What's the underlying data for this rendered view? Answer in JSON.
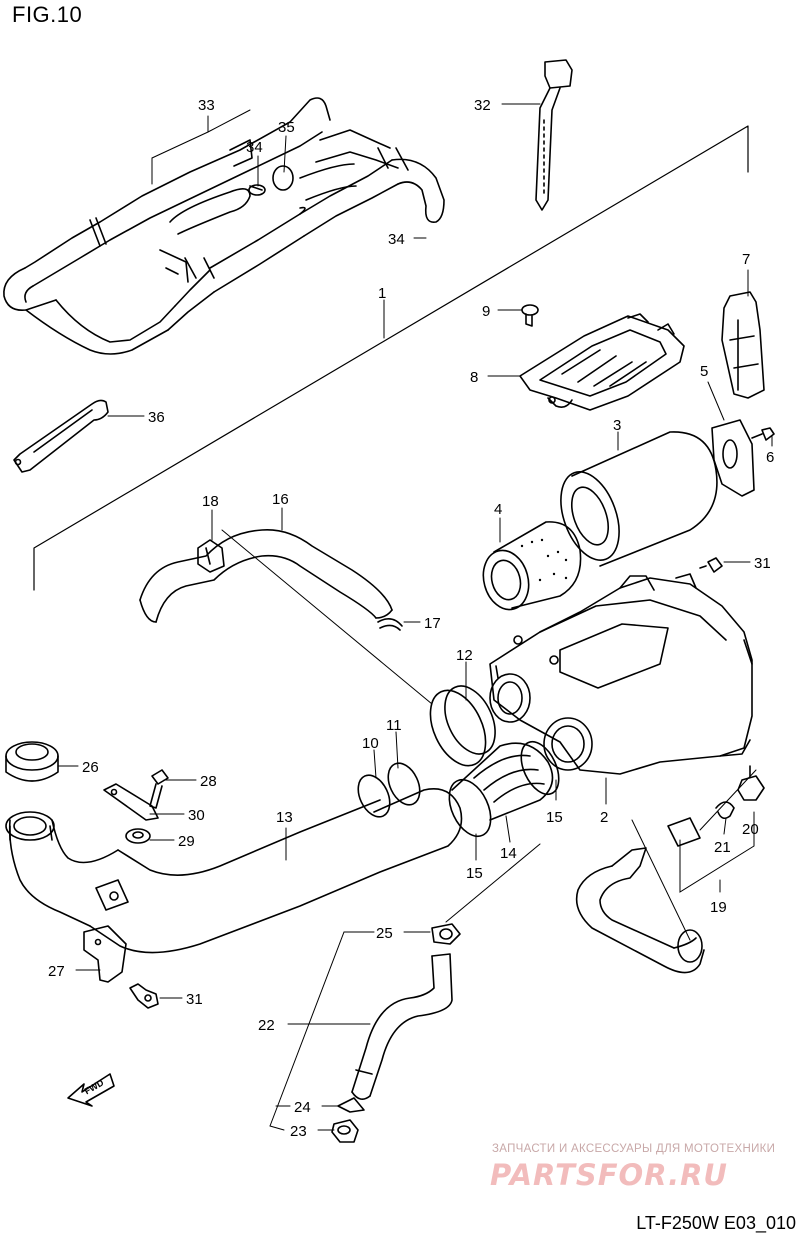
{
  "figure": {
    "title": "FIG.10",
    "code": "LT-F250W E03_010"
  },
  "watermark": {
    "caption": "ЗАПЧАСТИ И АКСЕССУАРЫ ДЛЯ МОТОТЕХНИКИ",
    "logo": "PARTSFOR.RU"
  },
  "direction": {
    "label": "FWD"
  },
  "callouts": [
    {
      "id": "c1",
      "label": "1"
    },
    {
      "id": "c2",
      "label": "2"
    },
    {
      "id": "c3",
      "label": "3"
    },
    {
      "id": "c4",
      "label": "4"
    },
    {
      "id": "c5",
      "label": "5"
    },
    {
      "id": "c6",
      "label": "6"
    },
    {
      "id": "c7",
      "label": "7"
    },
    {
      "id": "c8",
      "label": "8"
    },
    {
      "id": "c9",
      "label": "9"
    },
    {
      "id": "c10",
      "label": "10"
    },
    {
      "id": "c11",
      "label": "11"
    },
    {
      "id": "c12",
      "label": "12"
    },
    {
      "id": "c13",
      "label": "13"
    },
    {
      "id": "c14",
      "label": "14"
    },
    {
      "id": "c15a",
      "label": "15"
    },
    {
      "id": "c15b",
      "label": "15"
    },
    {
      "id": "c16",
      "label": "16"
    },
    {
      "id": "c17",
      "label": "17"
    },
    {
      "id": "c18",
      "label": "18"
    },
    {
      "id": "c19",
      "label": "19"
    },
    {
      "id": "c20",
      "label": "20"
    },
    {
      "id": "c21",
      "label": "21"
    },
    {
      "id": "c22",
      "label": "22"
    },
    {
      "id": "c23",
      "label": "23"
    },
    {
      "id": "c24",
      "label": "24"
    },
    {
      "id": "c25",
      "label": "25"
    },
    {
      "id": "c26",
      "label": "26"
    },
    {
      "id": "c27",
      "label": "27"
    },
    {
      "id": "c28",
      "label": "28"
    },
    {
      "id": "c29",
      "label": "29"
    },
    {
      "id": "c30",
      "label": "30"
    },
    {
      "id": "c31a",
      "label": "31"
    },
    {
      "id": "c31b",
      "label": "31"
    },
    {
      "id": "c32",
      "label": "32"
    },
    {
      "id": "c33",
      "label": "33"
    },
    {
      "id": "c34a",
      "label": "34"
    },
    {
      "id": "c34b",
      "label": "34"
    },
    {
      "id": "c35",
      "label": "35"
    },
    {
      "id": "c36",
      "label": "36"
    }
  ]
}
